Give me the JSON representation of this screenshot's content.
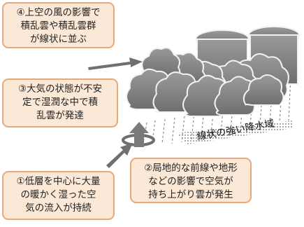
{
  "callouts": {
    "c4": [
      "④上空の風の影響で",
      "積乱雲や積乱雲群",
      "が線状に並ぶ"
    ],
    "c3": [
      "③大気の状態が不安",
      "定で湿潤な中で積",
      "乱雲が発達"
    ],
    "c1": [
      "①低層を中心に大量",
      "の暖かく湿った空",
      "気の流入が持続"
    ],
    "c2": [
      "②局地的な前線や地形",
      "などの影響で空気が",
      "持ち上がり雲が発生"
    ]
  },
  "band_label": "線状の強い降水域",
  "colors": {
    "callout_fill": "#fce8d6",
    "callout_border": "#e8a877",
    "cloud_fill": "#8a8a8a",
    "cloud_edge": "#f2f2f2",
    "arrow": "#6f6f6f",
    "rain": "#8c8c8c"
  }
}
